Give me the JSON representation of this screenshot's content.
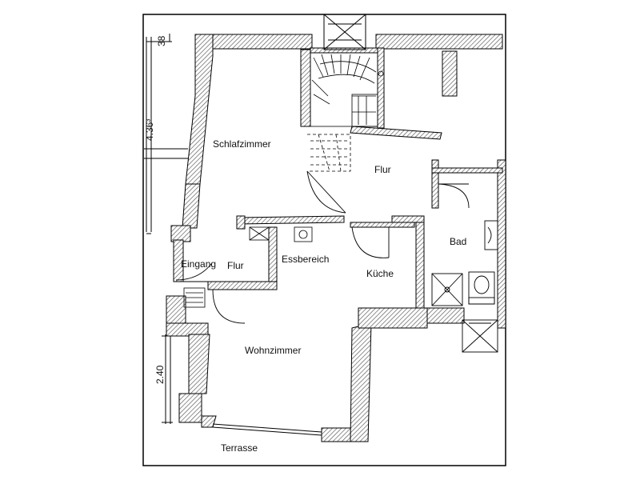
{
  "rooms": {
    "schlafzimmer": "Schlafzimmer",
    "flur_upper": "Flur",
    "bad": "Bad",
    "eingang": "Eingang",
    "flur_lower": "Flur",
    "essbereich": "Essbereich",
    "kueche": "Küche",
    "wohnzimmer": "Wohnzimmer",
    "terrasse": "Terrasse"
  },
  "dimensions": {
    "top": "38",
    "upper": "4.36³",
    "lower": "2.40"
  }
}
